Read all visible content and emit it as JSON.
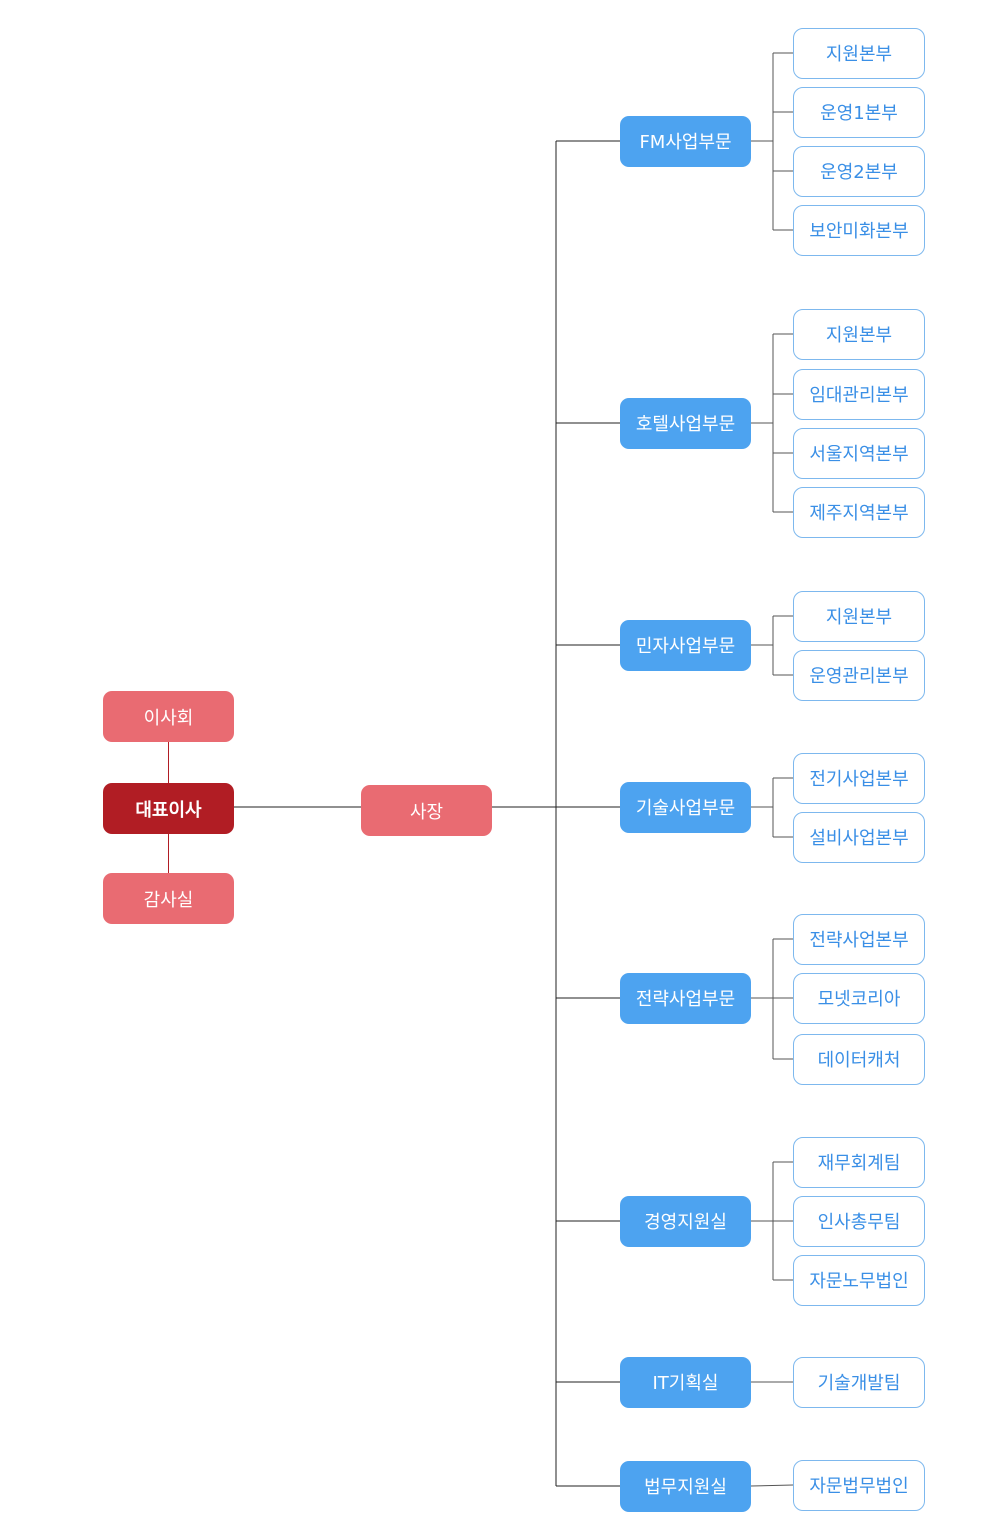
{
  "governance": {
    "board": "이사회",
    "ceo": "대표이사",
    "audit": "감사실",
    "president": "사장"
  },
  "divisions": [
    {
      "name": "FM사업부문",
      "units": [
        "지원본부",
        "운영1본부",
        "운영2본부",
        "보안미화본부"
      ]
    },
    {
      "name": "호텔사업부문",
      "units": [
        "지원본부",
        "임대관리본부",
        "서울지역본부",
        "제주지역본부"
      ]
    },
    {
      "name": "민자사업부문",
      "units": [
        "지원본부",
        "운영관리본부"
      ]
    },
    {
      "name": "기술사업부문",
      "units": [
        "전기사업본부",
        "설비사업본부"
      ]
    },
    {
      "name": "전략사업부문",
      "units": [
        "전략사업본부",
        "모넷코리아",
        "데이터캐처"
      ]
    },
    {
      "name": "경영지원실",
      "units": [
        "재무회계팀",
        "인사총무팀",
        "자문노무법인"
      ]
    },
    {
      "name": "IT기획실",
      "units": [
        "기술개발팀"
      ]
    },
    {
      "name": "법무지원실",
      "units": [
        "자문법무법인"
      ]
    }
  ],
  "colors": {
    "governance": "#e96b72",
    "ceo": "#b11d24",
    "division": "#4da3f0",
    "unit_text": "#3a8fe6",
    "unit_border": "#7db8ee",
    "line_main": "#222222",
    "line_gov": "#b11d24",
    "line_unit": "#555555"
  }
}
